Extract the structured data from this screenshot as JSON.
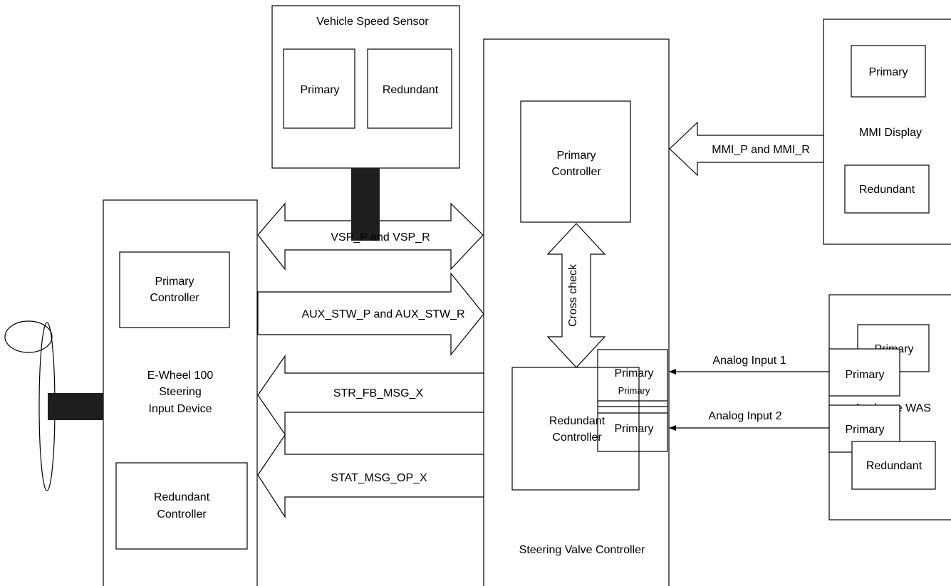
{
  "vehicle_speed_sensor": {
    "title": "Vehicle Speed Sensor",
    "primary": "Primary",
    "redundant": "Redundant"
  },
  "steering_valve_controller": {
    "title": "Steering Valve Controller",
    "primary_controller": [
      "Primary",
      "Controller"
    ],
    "redundant_controller": [
      "Redundant",
      "Controller"
    ],
    "cross_check": "Cross check",
    "input_primary_1": "Primary",
    "input_primary_1_small": "Primary",
    "input_primary_2": "Primary"
  },
  "mmi_display": {
    "title": "MMI Display",
    "primary": "Primary",
    "redundant": "Redundant"
  },
  "ewheel": {
    "title": [
      "E-Wheel 100",
      "Steering",
      "Input Device"
    ],
    "primary_controller": [
      "Primary",
      "Controller"
    ],
    "redundant_controller": [
      "Redundant",
      "Controller"
    ]
  },
  "analogue_was": {
    "title": "Analogue WAS",
    "primary_top": "Primary",
    "primary_1": "Primary",
    "primary_2": "Primary",
    "redundant": "Redundant"
  },
  "signals": {
    "mmi": "MMI_P and MMI_R",
    "vsp": "VSP_P and VSP_R",
    "aux_stw": "AUX_STW_P and AUX_STW_R",
    "str_fb": "STR_FB_MSG_X",
    "stat": "STAT_MSG_OP_X",
    "analog_1": "Analog Input 1",
    "analog_2": "Analog Input 2"
  }
}
